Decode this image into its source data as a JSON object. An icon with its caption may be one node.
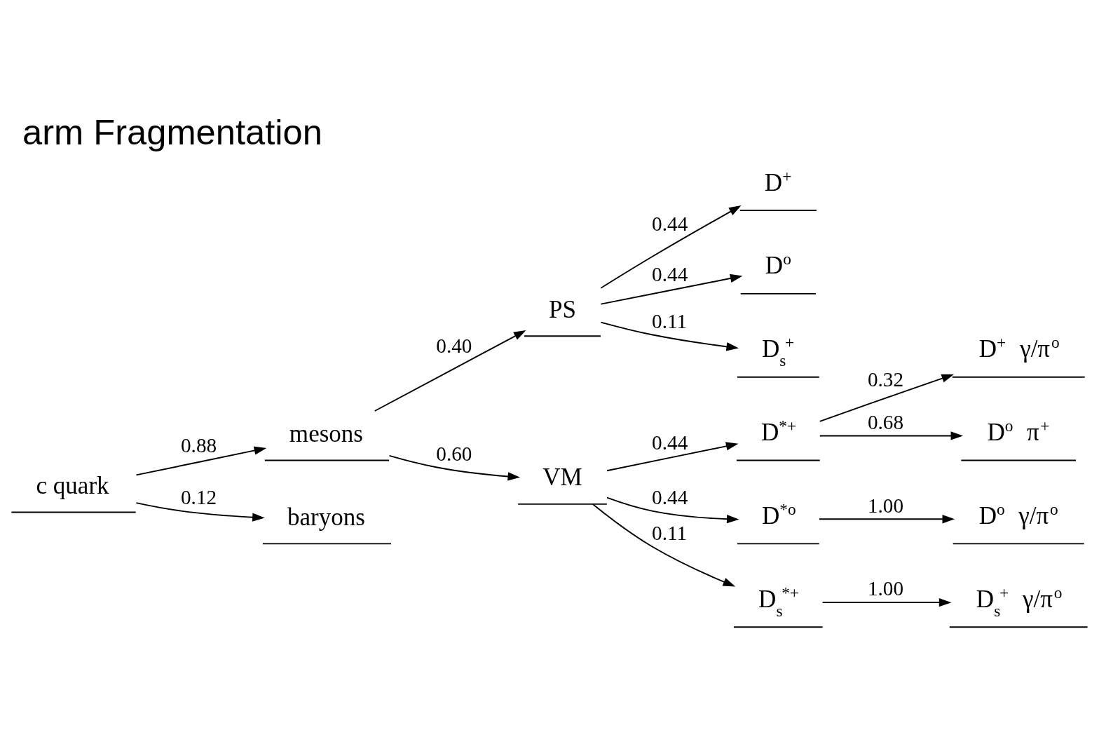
{
  "diagram": {
    "title": "arm Fragmentation",
    "nodes": [
      {
        "text": [
          "c quark"
        ]
      },
      {
        "text": [
          "mesons"
        ]
      },
      {
        "text": [
          "baryons"
        ]
      },
      {
        "text": [
          "PS"
        ]
      },
      {
        "text": [
          "VM"
        ]
      },
      {
        "text": [
          "D$^{+}$"
        ]
      },
      {
        "text": [
          "D$^{o}$"
        ]
      },
      {
        "text": [
          "D$_{s}$$^{+}$"
        ]
      },
      {
        "text": [
          "D$^{*+}$"
        ]
      },
      {
        "text": [
          "D$^{*o}$"
        ]
      },
      {
        "text": [
          "D$_{s}$$^{*+}$"
        ]
      },
      {
        "text": [
          "D$^{+}$ γ/π$^{o}$"
        ]
      },
      {
        "text": [
          "D$^{o}$ π$^{+}$"
        ]
      },
      {
        "text": [
          "D$^{o}$ γ/π$^{o}$"
        ]
      },
      {
        "text": [
          "D$_{s}$$^{+}$ γ/π$^{o}$"
        ]
      }
    ],
    "edges": [
      {
        "from": 0,
        "to": 1,
        "arrow": "to",
        "label": "0.88"
      },
      {
        "from": 0,
        "to": 2,
        "arrow": "to",
        "label": "0.12"
      },
      {
        "from": 1,
        "to": 3,
        "arrow": "to",
        "label": "0.40"
      },
      {
        "from": 1,
        "to": 4,
        "arrow": "to",
        "label": "0.60"
      },
      {
        "from": 3,
        "to": 5,
        "arrow": "to",
        "label": "0.44"
      },
      {
        "from": 3,
        "to": 6,
        "arrow": "to",
        "label": "0.44"
      },
      {
        "from": 3,
        "to": 7,
        "arrow": "to",
        "label": "0.11"
      },
      {
        "from": 4,
        "to": 8,
        "arrow": "to",
        "label": "0.44"
      },
      {
        "from": 4,
        "to": 9,
        "arrow": "to",
        "label": "0.44"
      },
      {
        "from": 4,
        "to": 10,
        "arrow": "to",
        "label": "0.11"
      },
      {
        "from": 8,
        "to": 11,
        "arrow": "to",
        "label": "0.32"
      },
      {
        "from": 8,
        "to": 12,
        "arrow": "to",
        "label": "0.68"
      },
      {
        "from": 9,
        "to": 13,
        "arrow": "to",
        "label": "1.00"
      },
      {
        "from": 10,
        "to": 14,
        "arrow": "to",
        "label": "1.00"
      }
    ]
  }
}
